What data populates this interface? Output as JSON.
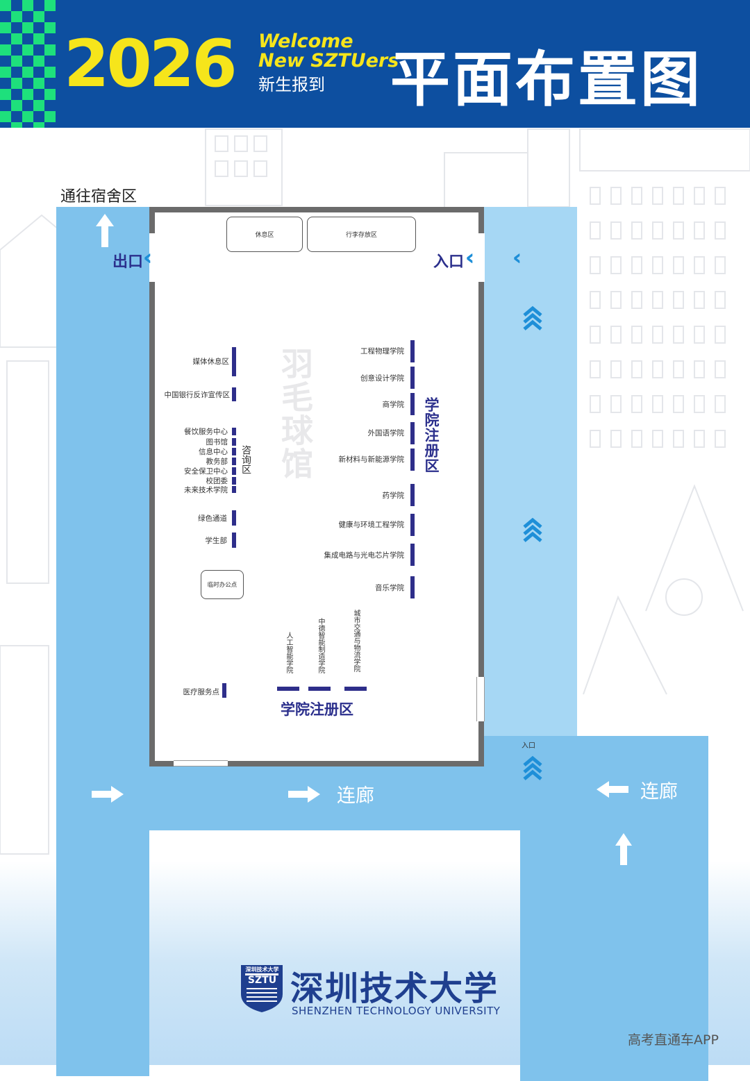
{
  "header": {
    "year": "2026",
    "welcome_line1": "Welcome",
    "welcome_line2": "New SZTUers",
    "subtitle": "新生报到",
    "title": "平面布置图",
    "colors": {
      "bg": "#0d4fa0",
      "accent": "#f6e51b",
      "checker": "#1ee07c"
    }
  },
  "map": {
    "to_dorm": "通往宿舍区",
    "exit": "出口",
    "entrance_top": "入口",
    "entrance_small": "入口",
    "corridor": "连廊",
    "venue_name": "羽毛球馆",
    "rest_area": "休息区",
    "luggage_area": "行李存放区",
    "temp_office": "临时办公点",
    "consult_zone": "咨询区",
    "college_zone": "学院注册区",
    "left_items": [
      "媒体休息区",
      "中国银行反诈宣传区"
    ],
    "service_items": [
      "餐饮服务中心",
      "图书馆",
      "信息中心",
      "教务部",
      "安全保卫中心",
      "校团委",
      "未来技术学院"
    ],
    "lower_items": [
      "绿色通道",
      "学生部"
    ],
    "medical": "医疗服务点",
    "colleges_right": [
      "工程物理学院",
      "创意设计学院",
      "商学院",
      "外国语学院",
      "新材料与新能源学院",
      "药学院",
      "健康与环境工程学院",
      "集成电路与光电芯片学院",
      "音乐学院"
    ],
    "colleges_bottom": [
      "人工智能学院",
      "中德智能制造学院",
      "城市交通与物流学院"
    ],
    "colors": {
      "corridor": "#7fc2ec",
      "corridor_light": "#a6d7f4",
      "zone_text": "#2b2f8c",
      "wall": "#6b6b6b"
    }
  },
  "footer": {
    "university_cn": "深圳技术大学",
    "university_en": "SHENZHEN TECHNOLOGY UNIVERSITY",
    "logo_text": "SZTU",
    "logo_small": "深圳技术大学",
    "source": "高考直通车APP"
  }
}
